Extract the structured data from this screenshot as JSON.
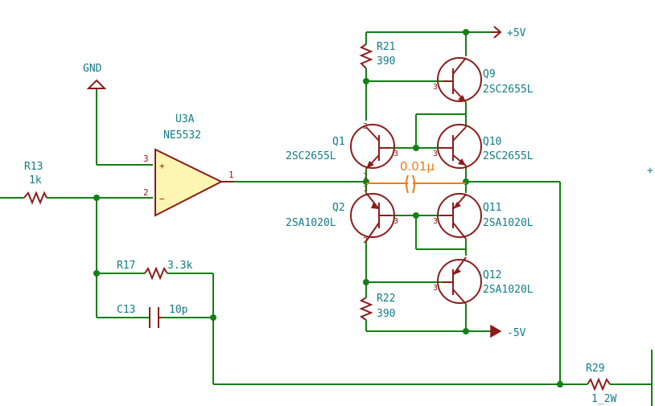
{
  "gnd": {
    "label": "GND"
  },
  "opamp": {
    "ref": "U3A",
    "value": "NE5532",
    "pin_plus": "3",
    "pin_minus": "2",
    "pin_out": "1",
    "plus_sign": "+",
    "minus_sign": "−"
  },
  "r13": {
    "ref": "R13",
    "value": "1k"
  },
  "r17": {
    "ref": "R17",
    "value": "3.3k"
  },
  "c13": {
    "ref": "C13",
    "value": "10p"
  },
  "r21": {
    "ref": "R21",
    "value": "390"
  },
  "r22": {
    "ref": "R22",
    "value": "390"
  },
  "r29": {
    "ref": "R29",
    "value": "1_2W"
  },
  "q1": {
    "ref": "Q1",
    "value": "2SC2655L"
  },
  "q2": {
    "ref": "Q2",
    "value": "2SA1020L"
  },
  "q9": {
    "ref": "Q9",
    "value": "2SC2655L"
  },
  "q10": {
    "ref": "Q10",
    "value": "2SC2655L"
  },
  "q11": {
    "ref": "Q11",
    "value": "2SA1020L"
  },
  "q12": {
    "ref": "Q12",
    "value": "2SA1020L"
  },
  "power": {
    "vpos": "+5V",
    "vneg": "-5V"
  },
  "annotation": {
    "text": "0.01μ"
  },
  "edge_plus": "+",
  "pins": {
    "p1": "1",
    "p2": "2",
    "p3": "3"
  }
}
